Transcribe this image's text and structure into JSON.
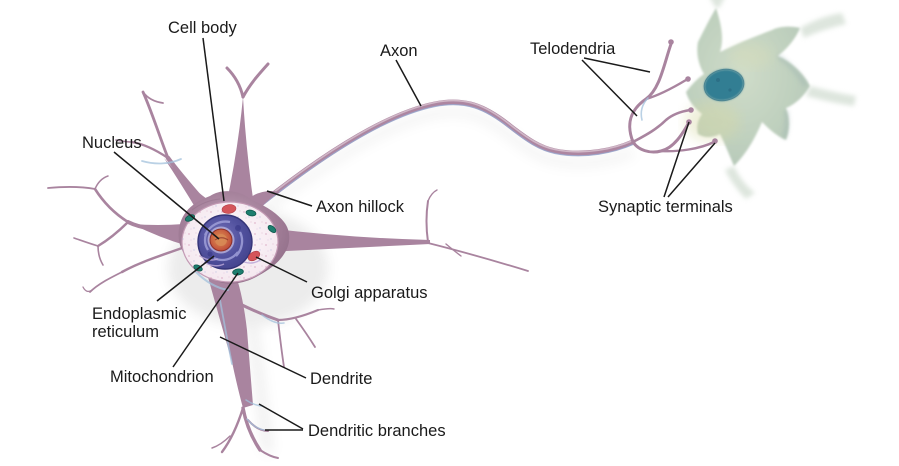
{
  "figure": {
    "description": "Labeled anatomical diagram of a neuron: a pink-mauve multipolar neuron with cell body, nucleus and organelles on the left, a long axon extending right to telodendria and synaptic terminals contacting a pale green target cell."
  },
  "labels": {
    "cell_body": "Cell body",
    "axon": "Axon",
    "telodendria": "Telodendria",
    "nucleus": "Nucleus",
    "axon_hillock": "Axon hillock",
    "synaptic_terminals": "Synaptic terminals",
    "golgi_apparatus": "Golgi apparatus",
    "endoplasmic_reticulum_line1": "Endoplasmic",
    "endoplasmic_reticulum_line2": "reticulum",
    "mitochondrion": "Mitochondrion",
    "dendrite": "Dendrite",
    "dendritic_branches": "Dendritic branches"
  },
  "colors": {
    "label_color": "#1a1a1a",
    "leader_color": "#1a1a1a",
    "neuron_pink": "#a9849f",
    "neuron_pink_dark": "#8f6d87",
    "neuron_pink_light": "#c9aec1",
    "blue_accent": "#a3c2dc",
    "cytoplasm": "#f7eef4",
    "nucleus_blue": "#44449b",
    "nucleolus_red": "#c24a3c",
    "nucleolus_orange": "#d07a4c",
    "organelle_teal": "#1e7e6f",
    "organelle_red": "#d4555a",
    "target_cell_green": "#c3d2c2",
    "target_nucleus_teal": "#337e93",
    "background": "#ffffff"
  }
}
